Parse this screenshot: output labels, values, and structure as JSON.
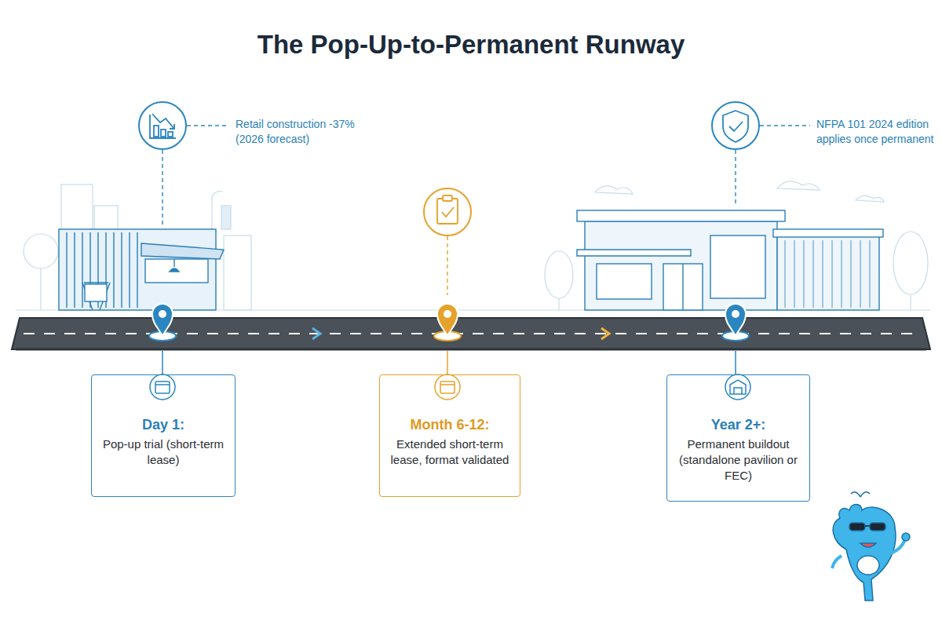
{
  "diagram": {
    "title": "The Pop-Up-to-Permanent Runway",
    "nodes": [
      {
        "text": [
          "Day 1:",
          "Pop-up trial (short-term lease)"
        ]
      },
      {
        "text": [
          "Month 6-12:",
          "Extended short-term lease, format validated"
        ]
      },
      {
        "text": [
          "Year 2+:",
          "Permanent buildout (standalone pavilion or FEC)"
        ]
      }
    ],
    "labels": [
      "Retail construction -37% (2026 forecast)",
      "NFPA 101 2024 edition applies once permanent"
    ]
  }
}
